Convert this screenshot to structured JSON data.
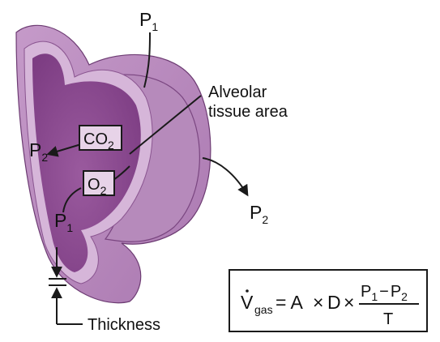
{
  "labels": {
    "p1_top": {
      "base": "P",
      "sub": "1"
    },
    "p2_left": {
      "base": "P",
      "sub": "2"
    },
    "p1_left": {
      "base": "P",
      "sub": "1"
    },
    "p2_right": {
      "base": "P",
      "sub": "2"
    },
    "alveolar_line1": "Alveolar",
    "alveolar_line2": "tissue area",
    "co2": {
      "base": "CO",
      "sub": "2"
    },
    "o2": {
      "base": "O",
      "sub": "2"
    },
    "thickness": "Thickness"
  },
  "formula": {
    "v": "V",
    "v_sub": "gas",
    "equals_a": "= A",
    "times1": "×",
    "d": "D",
    "times2": "×",
    "num_p1": "P",
    "num_p1_sub": "1",
    "minus": "−",
    "num_p2": "P",
    "num_p2_sub": "2",
    "denom": "T"
  },
  "colors": {
    "outer_tissue": "#b98bbd",
    "inner_dark": "#8f4f93",
    "membrane_light": "#d8b8da",
    "box_fill": "#e7d3e8",
    "stroke": "#1a1a1a"
  }
}
